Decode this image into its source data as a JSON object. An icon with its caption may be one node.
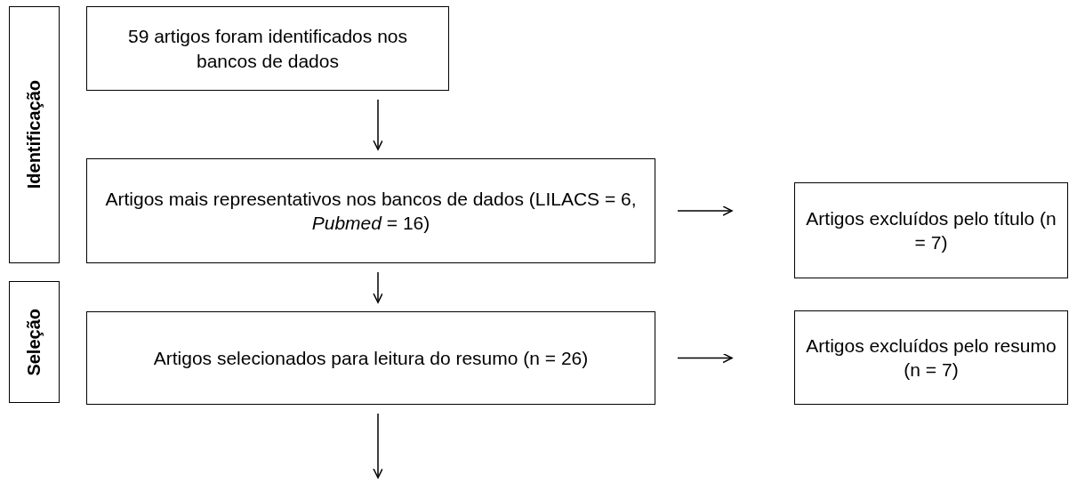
{
  "diagram": {
    "nodes": [
      {
        "text": [
          "Identificação"
        ]
      },
      {
        "text": [
          "59 artigos foram identificados nos bancos de dados"
        ]
      },
      {
        "text": [
          "Artigos mais representativos nos bancos de dados (LILACS = 6, *Pubmed* = 16)"
        ]
      },
      {
        "text": [
          "Artigos excluídos pelo título (n = 7)"
        ]
      },
      {
        "text": [
          "Seleção"
        ]
      },
      {
        "text": [
          "Artigos selecionados para leitura do resumo (n = 26)"
        ]
      },
      {
        "text": [
          "Artigos excluídos pelo resumo (n = 7)"
        ]
      }
    ],
    "edges": [
      {
        "from": 1,
        "to": 2,
        "arrow": "to"
      },
      {
        "from": 2,
        "to": 3,
        "arrow": "to"
      },
      {
        "from": 2,
        "to": 5,
        "arrow": "to"
      },
      {
        "from": 5,
        "to": 6,
        "arrow": "to"
      },
      {
        "from": 5,
        "to": null,
        "arrow": "to"
      }
    ]
  }
}
